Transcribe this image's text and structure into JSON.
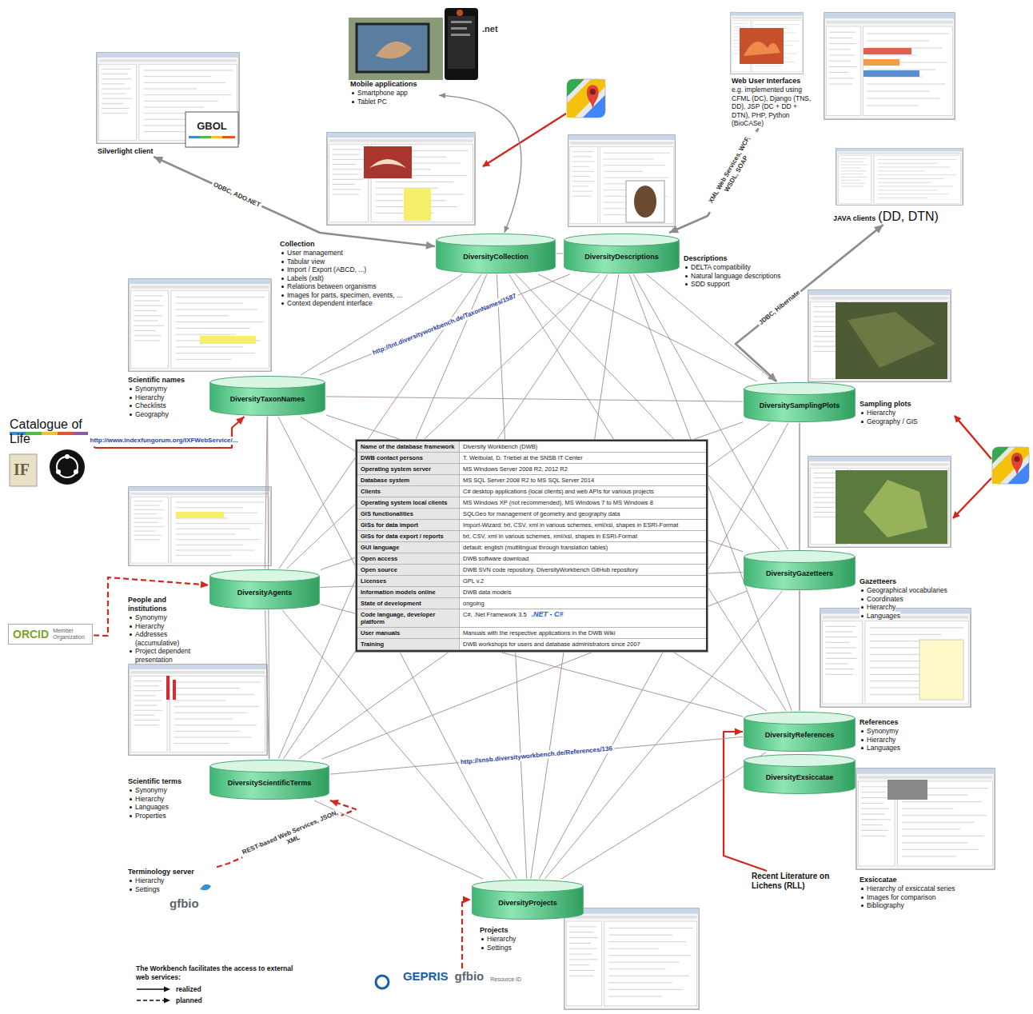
{
  "diagram": {
    "nodes": [
      {
        "text": [
          "Silverlight client"
        ]
      },
      {
        "text": [
          "Mobile applications",
          "Smartphone app",
          "Tablet PC"
        ]
      },
      {
        "text": [
          "Web User Interfaces",
          "e.g. implemented using CFML (DC), Django (TNS, DD), JSP (DC + DD + DTN), PHP, Python (BioCASe)"
        ]
      },
      {
        "text": [
          "JAVA clients",
          "(DD, DTN)"
        ]
      },
      {
        "text": [
          "DiversityCollection",
          "Collection",
          "User management",
          "Tabular view",
          "Import / Export (ABCD, ...)",
          "Labels (xslt)",
          "Relations between organisms",
          "Images for parts, specimen, events, ...",
          "Context dependent interface"
        ]
      },
      {
        "text": [
          "DiversityDescriptions",
          "Descriptions",
          "DELTA compatibility",
          "Natural language descriptions",
          "SDD support"
        ]
      },
      {
        "text": [
          "DiversityTaxonNames",
          "Scientific names",
          "Synonymy",
          "Hierarchy",
          "Checklists",
          "Geography"
        ]
      },
      {
        "text": [
          "DiversitySamplingPlots",
          "Sampling plots",
          "Hierarchy",
          "Geography / GIS"
        ]
      },
      {
        "text": [
          "DiversityGazetteers",
          "Gazetteers",
          "Geographical vocabularies",
          "Coordinates",
          "Hierarchy",
          "Languages"
        ]
      },
      {
        "text": [
          "DiversityAgents",
          "People and institutions",
          "Synonymy",
          "Hierarchy",
          "Addresses (accumulative)",
          "Project dependent presentation"
        ]
      },
      {
        "text": [
          "DiversityReferences",
          "References",
          "Synonymy",
          "Hierarchy",
          "Languages"
        ]
      },
      {
        "text": [
          "DiversityExsiccatae",
          "Exsiccatae",
          "Hierarchy of exsiccatal series",
          "Images for comparison",
          "Bibliography"
        ]
      },
      {
        "text": [
          "DiversityScientificTerms",
          "Scientific terms",
          "Synonymy",
          "Hierarchy",
          "Languages",
          "Properties"
        ]
      },
      {
        "text": [
          "DiversityProjects",
          "Projects",
          "Hierarchy",
          "Settings"
        ]
      },
      {
        "text": [
          "Name of the database framework",
          "Diversity Workbench (DWB)",
          "DWB contact persons",
          "T. Weibulat, D. Triebel at the SNSB IT Center",
          "Operating system server",
          "MS Windows Server 2008 R2, 2012 R2",
          "Database system",
          "MS SQL Server 2008 R2 to MS SQL Server 2014",
          "Clients",
          "C# desktop applications (local clients) and web APIs for various projects",
          "Operating system local clients",
          "MS Windows XP (not recommended), MS Windows 7 to MS Windows 8",
          "GIS functionalities",
          "SQLGeo for management of geometry and geography data",
          "GISs for data import",
          "Import-Wizard: txt, CSV, xml in various schemes, xml/xsl, shapes in ESRI-Format",
          "GISs for data export / reports",
          "txt, CSV, xml in various schemes, xml/xsl, shapes in ESRI-Format",
          "GUI language",
          "default: english (multilingual through translation tables)",
          "Open access",
          "DWB software download",
          "Open source",
          "DWB SVN code repository, DiversityWorkbench GitHub repository",
          "Licenses",
          "GPL v.2",
          "Information models online",
          "DWB data models",
          "State of development",
          "ongoing",
          "Code language, developer platform",
          "C#, .Net Framework 3.5",
          "User manuals",
          "Manuals with the respective applications in the DWB Wiki",
          "Training",
          "DWB workshops for users and database administrators since 2007"
        ]
      },
      {
        "text": [
          "Catalogue of Life"
        ]
      },
      {
        "text": [
          "ORCID",
          "Member Organization"
        ]
      },
      {
        "text": [
          "Terminology server",
          "Hierarchy",
          "Settings"
        ]
      },
      {
        "text": [
          "GEPRIS",
          "gfbio",
          "Resource ID"
        ]
      },
      {
        "text": [
          "Recent Literature on Lichens (RLL)"
        ]
      }
    ],
    "edges": [
      {
        "from": 0,
        "to": 4,
        "arrow": "both",
        "label": "ODBC, ADO.NET"
      },
      {
        "from": 4,
        "to": 1,
        "arrow": "both"
      },
      {
        "from": 2,
        "to": 5,
        "arrow": "both",
        "label": "XML Web Services, WCF, WSDL, SOAP"
      },
      {
        "from": 3,
        "to": 7,
        "arrow": "both",
        "label": "JDBC, Hibernate"
      },
      {
        "from": 15,
        "to": 6,
        "arrow": "to",
        "label": "http://www.indexfungorum.org/IXFWebService/..."
      },
      {
        "from": 16,
        "to": 9,
        "arrow": "to"
      },
      {
        "from": 17,
        "to": 12,
        "arrow": "to",
        "label": "REST-based Web Services, JSON, XML"
      },
      {
        "from": 18,
        "to": 13,
        "arrow": "to"
      },
      {
        "from": 19,
        "to": 10,
        "arrow": "to"
      },
      {
        "from": 4,
        "to": 5,
        "arrow": "none"
      },
      {
        "from": 4,
        "to": 7,
        "arrow": "none"
      },
      {
        "from": 4,
        "to": 8,
        "arrow": "none"
      },
      {
        "from": 4,
        "to": 10,
        "arrow": "none"
      },
      {
        "from": 4,
        "to": 13,
        "arrow": "none"
      },
      {
        "from": 4,
        "to": 12,
        "arrow": "none"
      },
      {
        "from": 4,
        "to": 9,
        "arrow": "none"
      },
      {
        "from": 4,
        "to": 6,
        "arrow": "none"
      },
      {
        "from": 5,
        "to": 7,
        "arrow": "none"
      },
      {
        "from": 5,
        "to": 8,
        "arrow": "none"
      },
      {
        "from": 5,
        "to": 10,
        "arrow": "none"
      },
      {
        "from": 5,
        "to": 13,
        "arrow": "none"
      },
      {
        "from": 5,
        "to": 12,
        "arrow": "none"
      },
      {
        "from": 5,
        "to": 9,
        "arrow": "none"
      },
      {
        "from": 5,
        "to": 6,
        "arrow": "none",
        "label": "http://tnt.diversityworkbench.de/TaxonNames/1587"
      },
      {
        "from": 7,
        "to": 8,
        "arrow": "none"
      },
      {
        "from": 7,
        "to": 10,
        "arrow": "none"
      },
      {
        "from": 7,
        "to": 13,
        "arrow": "none"
      },
      {
        "from": 7,
        "to": 12,
        "arrow": "none"
      },
      {
        "from": 7,
        "to": 9,
        "arrow": "none"
      },
      {
        "from": 7,
        "to": 6,
        "arrow": "none"
      },
      {
        "from": 8,
        "to": 10,
        "arrow": "none"
      },
      {
        "from": 8,
        "to": 13,
        "arrow": "none"
      },
      {
        "from": 8,
        "to": 12,
        "arrow": "none"
      },
      {
        "from": 8,
        "to": 9,
        "arrow": "none"
      },
      {
        "from": 8,
        "to": 6,
        "arrow": "none"
      },
      {
        "from": 10,
        "to": 13,
        "arrow": "none"
      },
      {
        "from": 10,
        "to": 12,
        "arrow": "none",
        "label": "http://snsb.diversityworkbench.de/References/136"
      },
      {
        "from": 10,
        "to": 9,
        "arrow": "none"
      },
      {
        "from": 10,
        "to": 6,
        "arrow": "none"
      },
      {
        "from": 13,
        "to": 12,
        "arrow": "none"
      },
      {
        "from": 13,
        "to": 9,
        "arrow": "none"
      },
      {
        "from": 13,
        "to": 6,
        "arrow": "none"
      },
      {
        "from": 12,
        "to": 9,
        "arrow": "none"
      },
      {
        "from": 12,
        "to": 6,
        "arrow": "none"
      },
      {
        "from": 9,
        "to": 6,
        "arrow": "none"
      }
    ],
    "labels": [
      "GBOL",
      ".net",
      "IF",
      "gfbio",
      ".NET - C#",
      "The Workbench facilitates the access to external web services:"
    ],
    "legend": [
      {
        "text": "realized"
      },
      {
        "text": "planned"
      }
    ]
  }
}
